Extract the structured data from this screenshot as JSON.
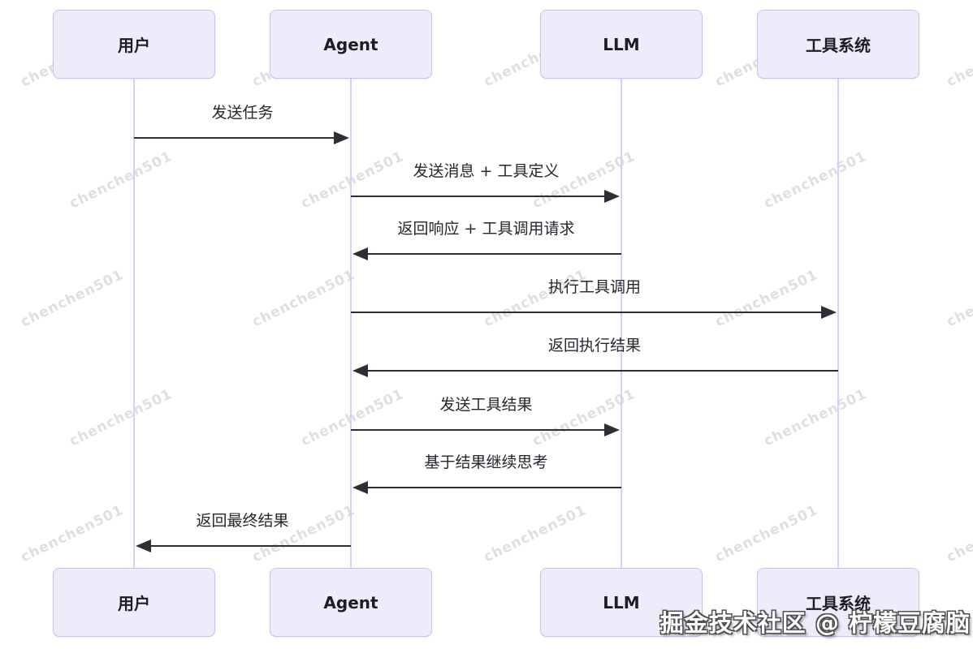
{
  "diagram": {
    "participants": [
      {
        "id": "user",
        "label": "用户"
      },
      {
        "id": "agent",
        "label": "Agent"
      },
      {
        "id": "llm",
        "label": "LLM"
      },
      {
        "id": "tools",
        "label": "工具系统"
      }
    ],
    "messages": [
      {
        "label": "发送任务",
        "from": "user",
        "to": "agent"
      },
      {
        "label": "发送消息 + 工具定义",
        "from": "agent",
        "to": "llm"
      },
      {
        "label": "返回响应 + 工具调用请求",
        "from": "llm",
        "to": "agent"
      },
      {
        "label": "执行工具调用",
        "from": "agent",
        "to": "tools"
      },
      {
        "label": "返回执行结果",
        "from": "tools",
        "to": "agent"
      },
      {
        "label": "发送工具结果",
        "from": "agent",
        "to": "llm"
      },
      {
        "label": "基于结果继续思考",
        "from": "llm",
        "to": "agent"
      },
      {
        "label": "返回最终结果",
        "from": "agent",
        "to": "user"
      }
    ]
  },
  "watermarks": {
    "credit": "掘金技术社区 @ 柠檬豆腐脑",
    "tiled": "chenchen501"
  },
  "colors": {
    "box_fill": "#edecfb",
    "box_border": "#c9c2ea",
    "lifeline": "#d6d0f2",
    "arrow": "#2e2e36",
    "label_text": "#26262e"
  }
}
